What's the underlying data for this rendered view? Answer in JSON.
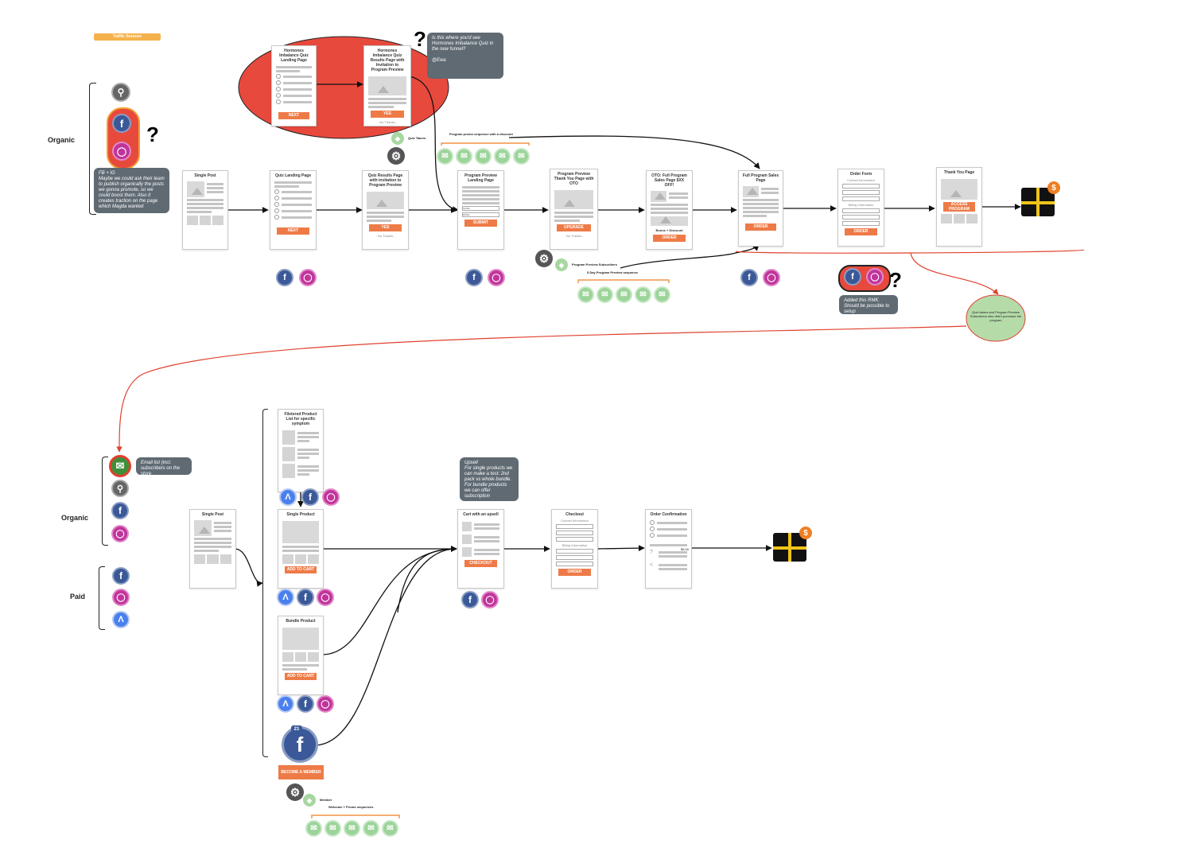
{
  "traffic_sources": "Traffic Sources",
  "sections": {
    "organic": "Organic",
    "organic2": "Organic",
    "paid": "Paid"
  },
  "notes": {
    "fbig": "FB + IG\nMaybe we could ask their team to publish organically the posts we gonna promote, so we could boost them. Also it creates traction on the page which Magda wanted",
    "quiz": "Is this where you'd see Hormones Imbalance Quiz in the new funnel?\n\n@Ewa",
    "rmk": "Added this RMK. Should be possible to setup",
    "email_list": "Email list (incl. subscribers on the store",
    "upsell": "Upsell\nFor single products we can make a test: 2nd pack vs whole bundle. For bundle products we can offer subscription",
    "audience": "Quiz takers and Program Preview Subscribers who didn't purchase the program"
  },
  "small_labels": {
    "quiz_takers": "Quiz Takers",
    "promo_seq": "Program promo sequence with a discount",
    "pp_subs": "Program Preview Subscribers",
    "five_day": "5 Day Program Preview sequence",
    "member": "Member",
    "welcome": "Welcome + Promo sequences",
    "price": "$5.00"
  },
  "pages": {
    "hq_landing": {
      "title": "Hormones Imbalance Quiz Landing Page",
      "btn": "NEXT"
    },
    "hq_results": {
      "title": "Hormones Imbalance Quiz Results Page with Invitation to Program Preview",
      "btn": "YES",
      "nt": "- No Thanks -"
    },
    "single_post": {
      "title": "Single Post"
    },
    "quiz_landing": {
      "title": "Quiz Landing Page",
      "btn": "NEXT"
    },
    "quiz_results": {
      "title": "Quiz Results Page with invitation to Program Preview",
      "btn": "YES",
      "nt": "- No Thanks -"
    },
    "pp_landing": {
      "title": "Program Preview Landing Page",
      "btn": "SUBMIT",
      "f1": "NAME",
      "f2": "EMAIL"
    },
    "pp_thanks": {
      "title": "Program Preview Thank You Page with OTO",
      "btn": "UPGRADE",
      "nt": "- No Thanks -"
    },
    "oto": {
      "title": "OTO: Full Program Sales Page $XX OFF!",
      "btn": "ORDER",
      "sub": "Bonus + Discount"
    },
    "full_sales": {
      "title": "Full Program Sales Page",
      "btn": "ORDER"
    },
    "order_form": {
      "title": "Order Form",
      "btn": "ORDER",
      "f1": "Contact Information",
      "f2": "Billing Information"
    },
    "thank_you": {
      "title": "Thank You Page",
      "btn": "ACCESS PROGRAM"
    },
    "filtered": {
      "title": "Filetered Product List for specific symptom"
    },
    "single_post2": {
      "title": "Single Post"
    },
    "single_product": {
      "title": "Single Product",
      "btn": "ADD TO CART"
    },
    "bundle": {
      "title": "Bundle Product",
      "btn": "ADD TO CART"
    },
    "cart": {
      "title": "Cart with an upsell",
      "btn": "CHECKOUT"
    },
    "checkout": {
      "title": "Checkout",
      "btn": "ORDER",
      "f1": "Contact Information",
      "f2": "Billing Information"
    },
    "order_conf": {
      "title": "Order Confirmation"
    }
  },
  "member_btn": "BECOME A MEMBER",
  "badge_number": "21",
  "colors": {
    "arrow": "#111111",
    "red_flow": "#e0402f",
    "red_blob": "#e8493d",
    "orange_btn": "#ee7b47",
    "green_blob": "#b5dba9"
  },
  "icons": [
    "search-icon",
    "facebook-icon",
    "instagram-icon",
    "google-ads-icon",
    "email-icon",
    "gear-icon",
    "tag-icon",
    "gift-icon",
    "dollar-icon"
  ]
}
